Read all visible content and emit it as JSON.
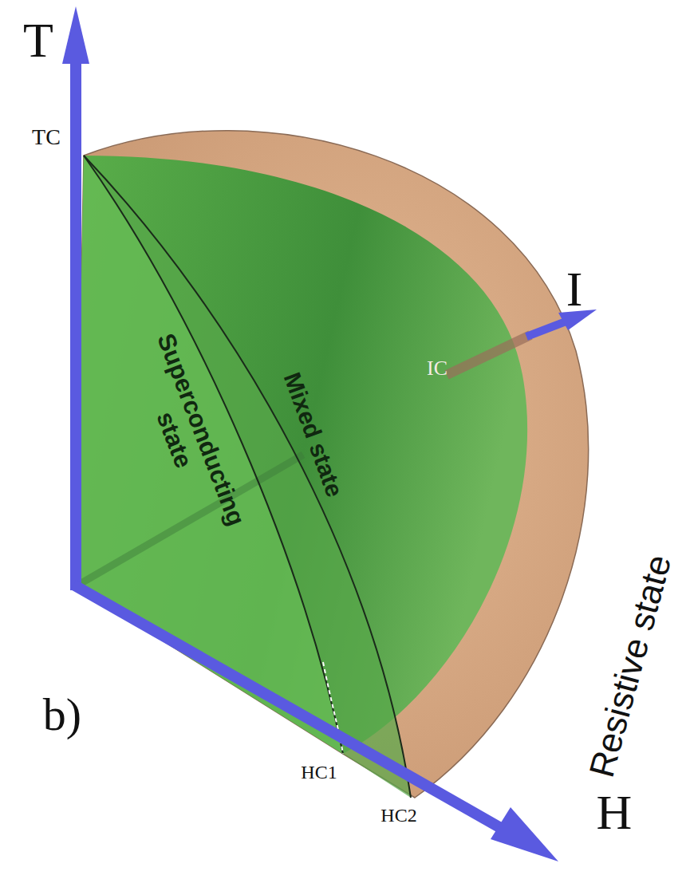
{
  "diagram": {
    "labels": [
      "T",
      "TC",
      "I",
      "IC",
      "Superconducting state",
      "Mixed state",
      "Resistive state",
      "b)",
      "HC1",
      "HC2",
      "H"
    ]
  }
}
